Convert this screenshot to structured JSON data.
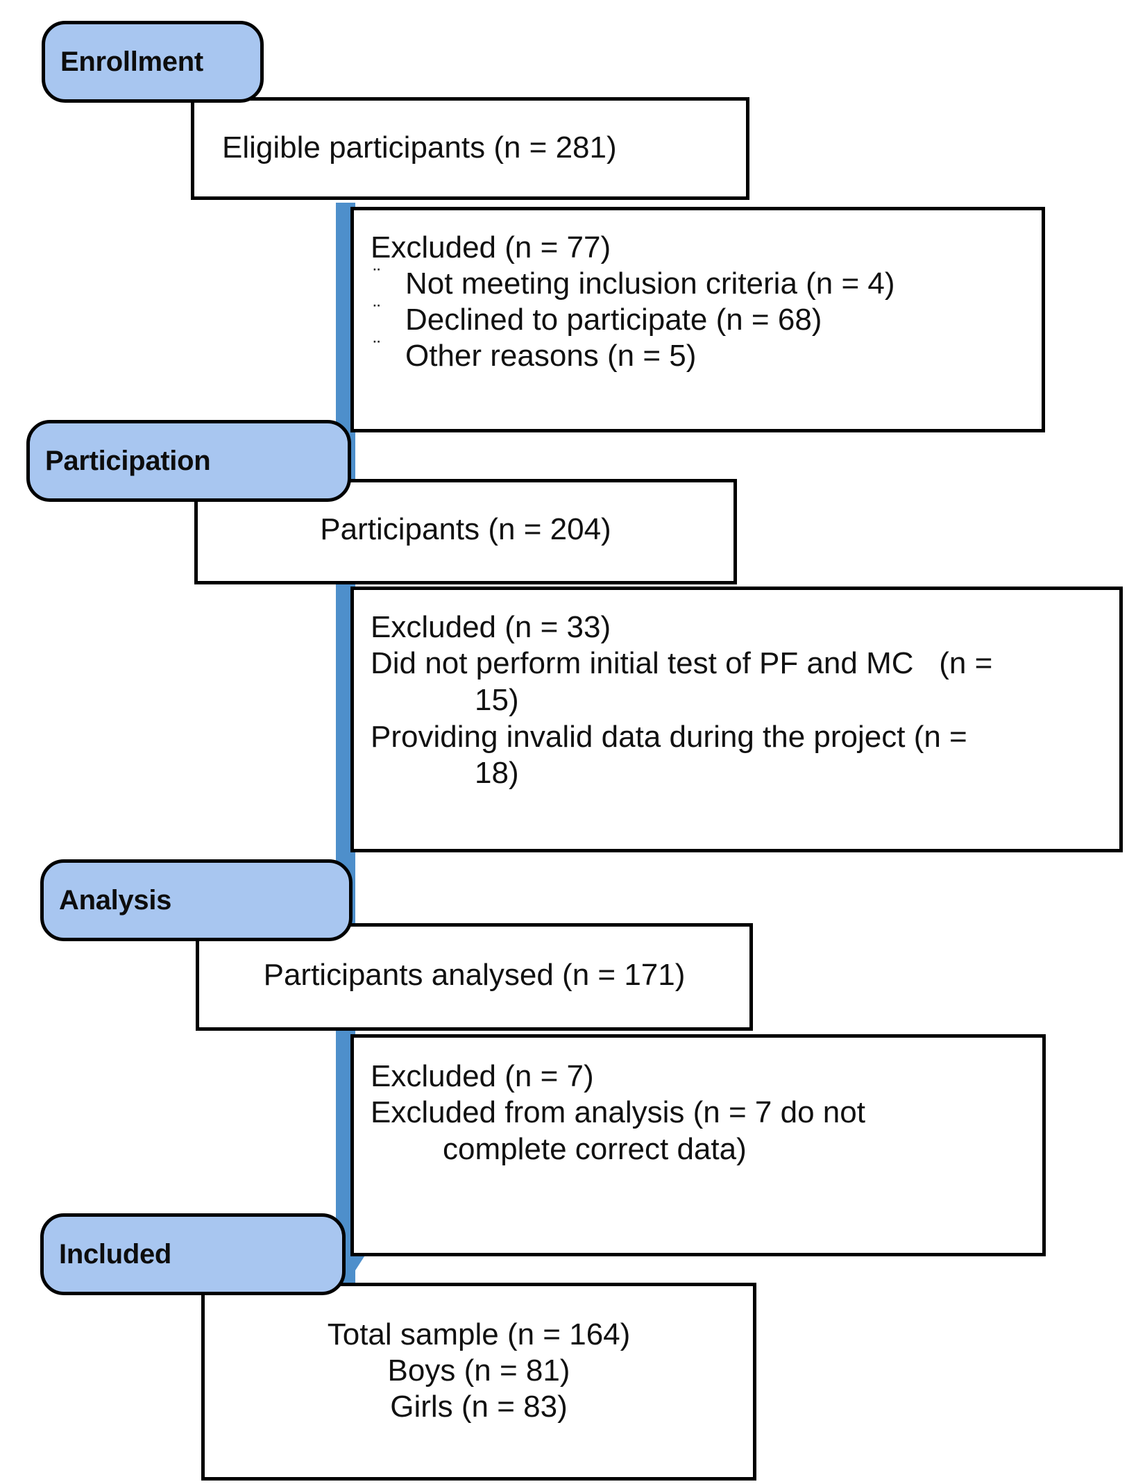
{
  "title": "CONSORT participant flow diagram",
  "colors": {
    "stage_fill": "#A8C6F0",
    "arrow": "#4E8FCB",
    "box_border": "#000000",
    "box_fill": "#FFFFFF",
    "text": "#111111"
  },
  "stages": [
    {
      "id": "enrollment",
      "label": "Enrollment"
    },
    {
      "id": "participation",
      "label": "Participation"
    },
    {
      "id": "analysis",
      "label": "Analysis"
    },
    {
      "id": "included",
      "label": "Included"
    }
  ],
  "nodes": {
    "eligible": {
      "line1": "Eligible participants (n = 281)"
    },
    "excluded1": {
      "heading": "Excluded (n = 77)",
      "bullet_mark": "¨",
      "bullets": [
        "Not meeting inclusion criteria (n = 4)",
        "Declined to participate (n = 68)",
        "Other reasons (n = 5)"
      ]
    },
    "participants": {
      "line1": "Participants (n = 204)"
    },
    "excluded2": {
      "heading": "Excluded (n = 33)",
      "reason1_line1": "Did not perform initial test of PF and MC",
      "reason1_line1_tail": "(n =",
      "reason1_line2": "15)",
      "reason2_line1": "Providing  invalid  data  during  the  project  (n =",
      "reason2_line2": "18)"
    },
    "analysed": {
      "line1": "Participants analysed (n = 171)"
    },
    "excluded3": {
      "heading": "Excluded (n = 7)",
      "reason1_line1": "Excluded  from  analysis  (n = 7  do  not",
      "reason1_line2": "complete correct data)"
    },
    "total": {
      "line1": "Total sample (n = 164)",
      "line2": "Boys (n = 81)",
      "line3": "Girls (n = 83)"
    }
  },
  "chart_data": {
    "type": "diagram",
    "title": "Participant flow (CONSORT)",
    "stages": [
      {
        "stage": "Enrollment",
        "node": "Eligible participants",
        "n": 281
      },
      {
        "stage": "Enrollment",
        "node": "Excluded",
        "n": 77,
        "breakdown": [
          {
            "reason": "Not meeting inclusion criteria",
            "n": 4
          },
          {
            "reason": "Declined to participate",
            "n": 68
          },
          {
            "reason": "Other reasons",
            "n": 5
          }
        ]
      },
      {
        "stage": "Participation",
        "node": "Participants",
        "n": 204
      },
      {
        "stage": "Participation",
        "node": "Excluded",
        "n": 33,
        "breakdown": [
          {
            "reason": "Did not perform initial test of PF and MC",
            "n": 15
          },
          {
            "reason": "Providing invalid data during the project",
            "n": 18
          }
        ]
      },
      {
        "stage": "Analysis",
        "node": "Participants analysed",
        "n": 171
      },
      {
        "stage": "Analysis",
        "node": "Excluded",
        "n": 7,
        "breakdown": [
          {
            "reason": "Excluded from analysis (do not complete correct data)",
            "n": 7
          }
        ]
      },
      {
        "stage": "Included",
        "node": "Total sample",
        "n": 164,
        "breakdown": [
          {
            "reason": "Boys",
            "n": 81
          },
          {
            "reason": "Girls",
            "n": 83
          }
        ]
      }
    ]
  }
}
